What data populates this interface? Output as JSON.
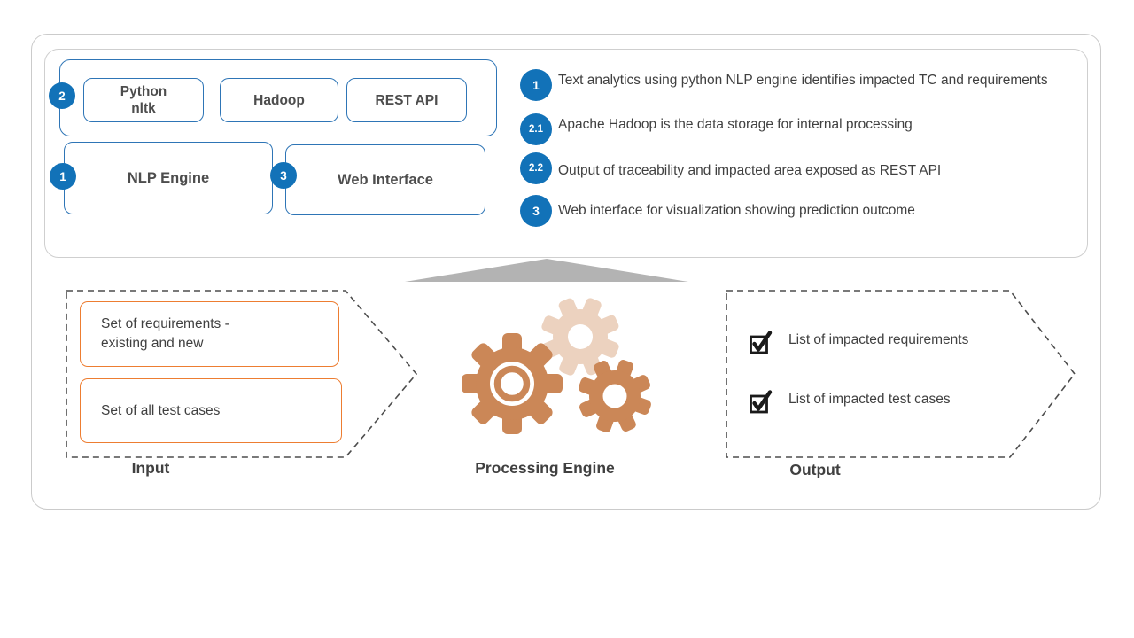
{
  "colors": {
    "accent_blue": "#1272b8",
    "box_border_blue": "#2e75b6",
    "input_box_border_orange": "#ed7d31",
    "gear_orange": "#cb8757",
    "gear_light_peach": "#ecd2bf",
    "arrow_gray": "#b3b3b3",
    "text_dark": "#404040",
    "dashed_border": "#4d4d4d",
    "card_border": "#cbcbcb"
  },
  "architecture_panel": {
    "tech_stack_group": {
      "badge": "2",
      "items": [
        {
          "lines": [
            "Python",
            "nltk"
          ]
        },
        {
          "lines": [
            "Hadoop"
          ]
        },
        {
          "lines": [
            "REST API"
          ]
        }
      ]
    },
    "nlp_engine": {
      "badge": "1",
      "label": "NLP Engine"
    },
    "web_interface": {
      "badge": "3",
      "label": "Web Interface"
    },
    "annotations": [
      {
        "badge": "1",
        "text": "Text analytics using python NLP engine identifies impacted TC and requirements"
      },
      {
        "badge": "2.1",
        "text": "Apache Hadoop is the data storage for internal processing"
      },
      {
        "badge": "2.2",
        "text": "Output of traceability and impacted area exposed as REST API"
      },
      {
        "badge": "3",
        "text": "Web interface for visualization showing prediction outcome"
      }
    ]
  },
  "pipeline": {
    "input": {
      "label": "Input",
      "items": [
        {
          "lines": [
            "Set of requirements -",
            "existing and new"
          ]
        },
        {
          "lines": [
            "Set of all test cases"
          ]
        }
      ]
    },
    "processing": {
      "label": "Processing Engine"
    },
    "output": {
      "label": "Output",
      "items": [
        {
          "text": "List of impacted requirements"
        },
        {
          "text": "List of impacted test cases"
        }
      ]
    }
  }
}
